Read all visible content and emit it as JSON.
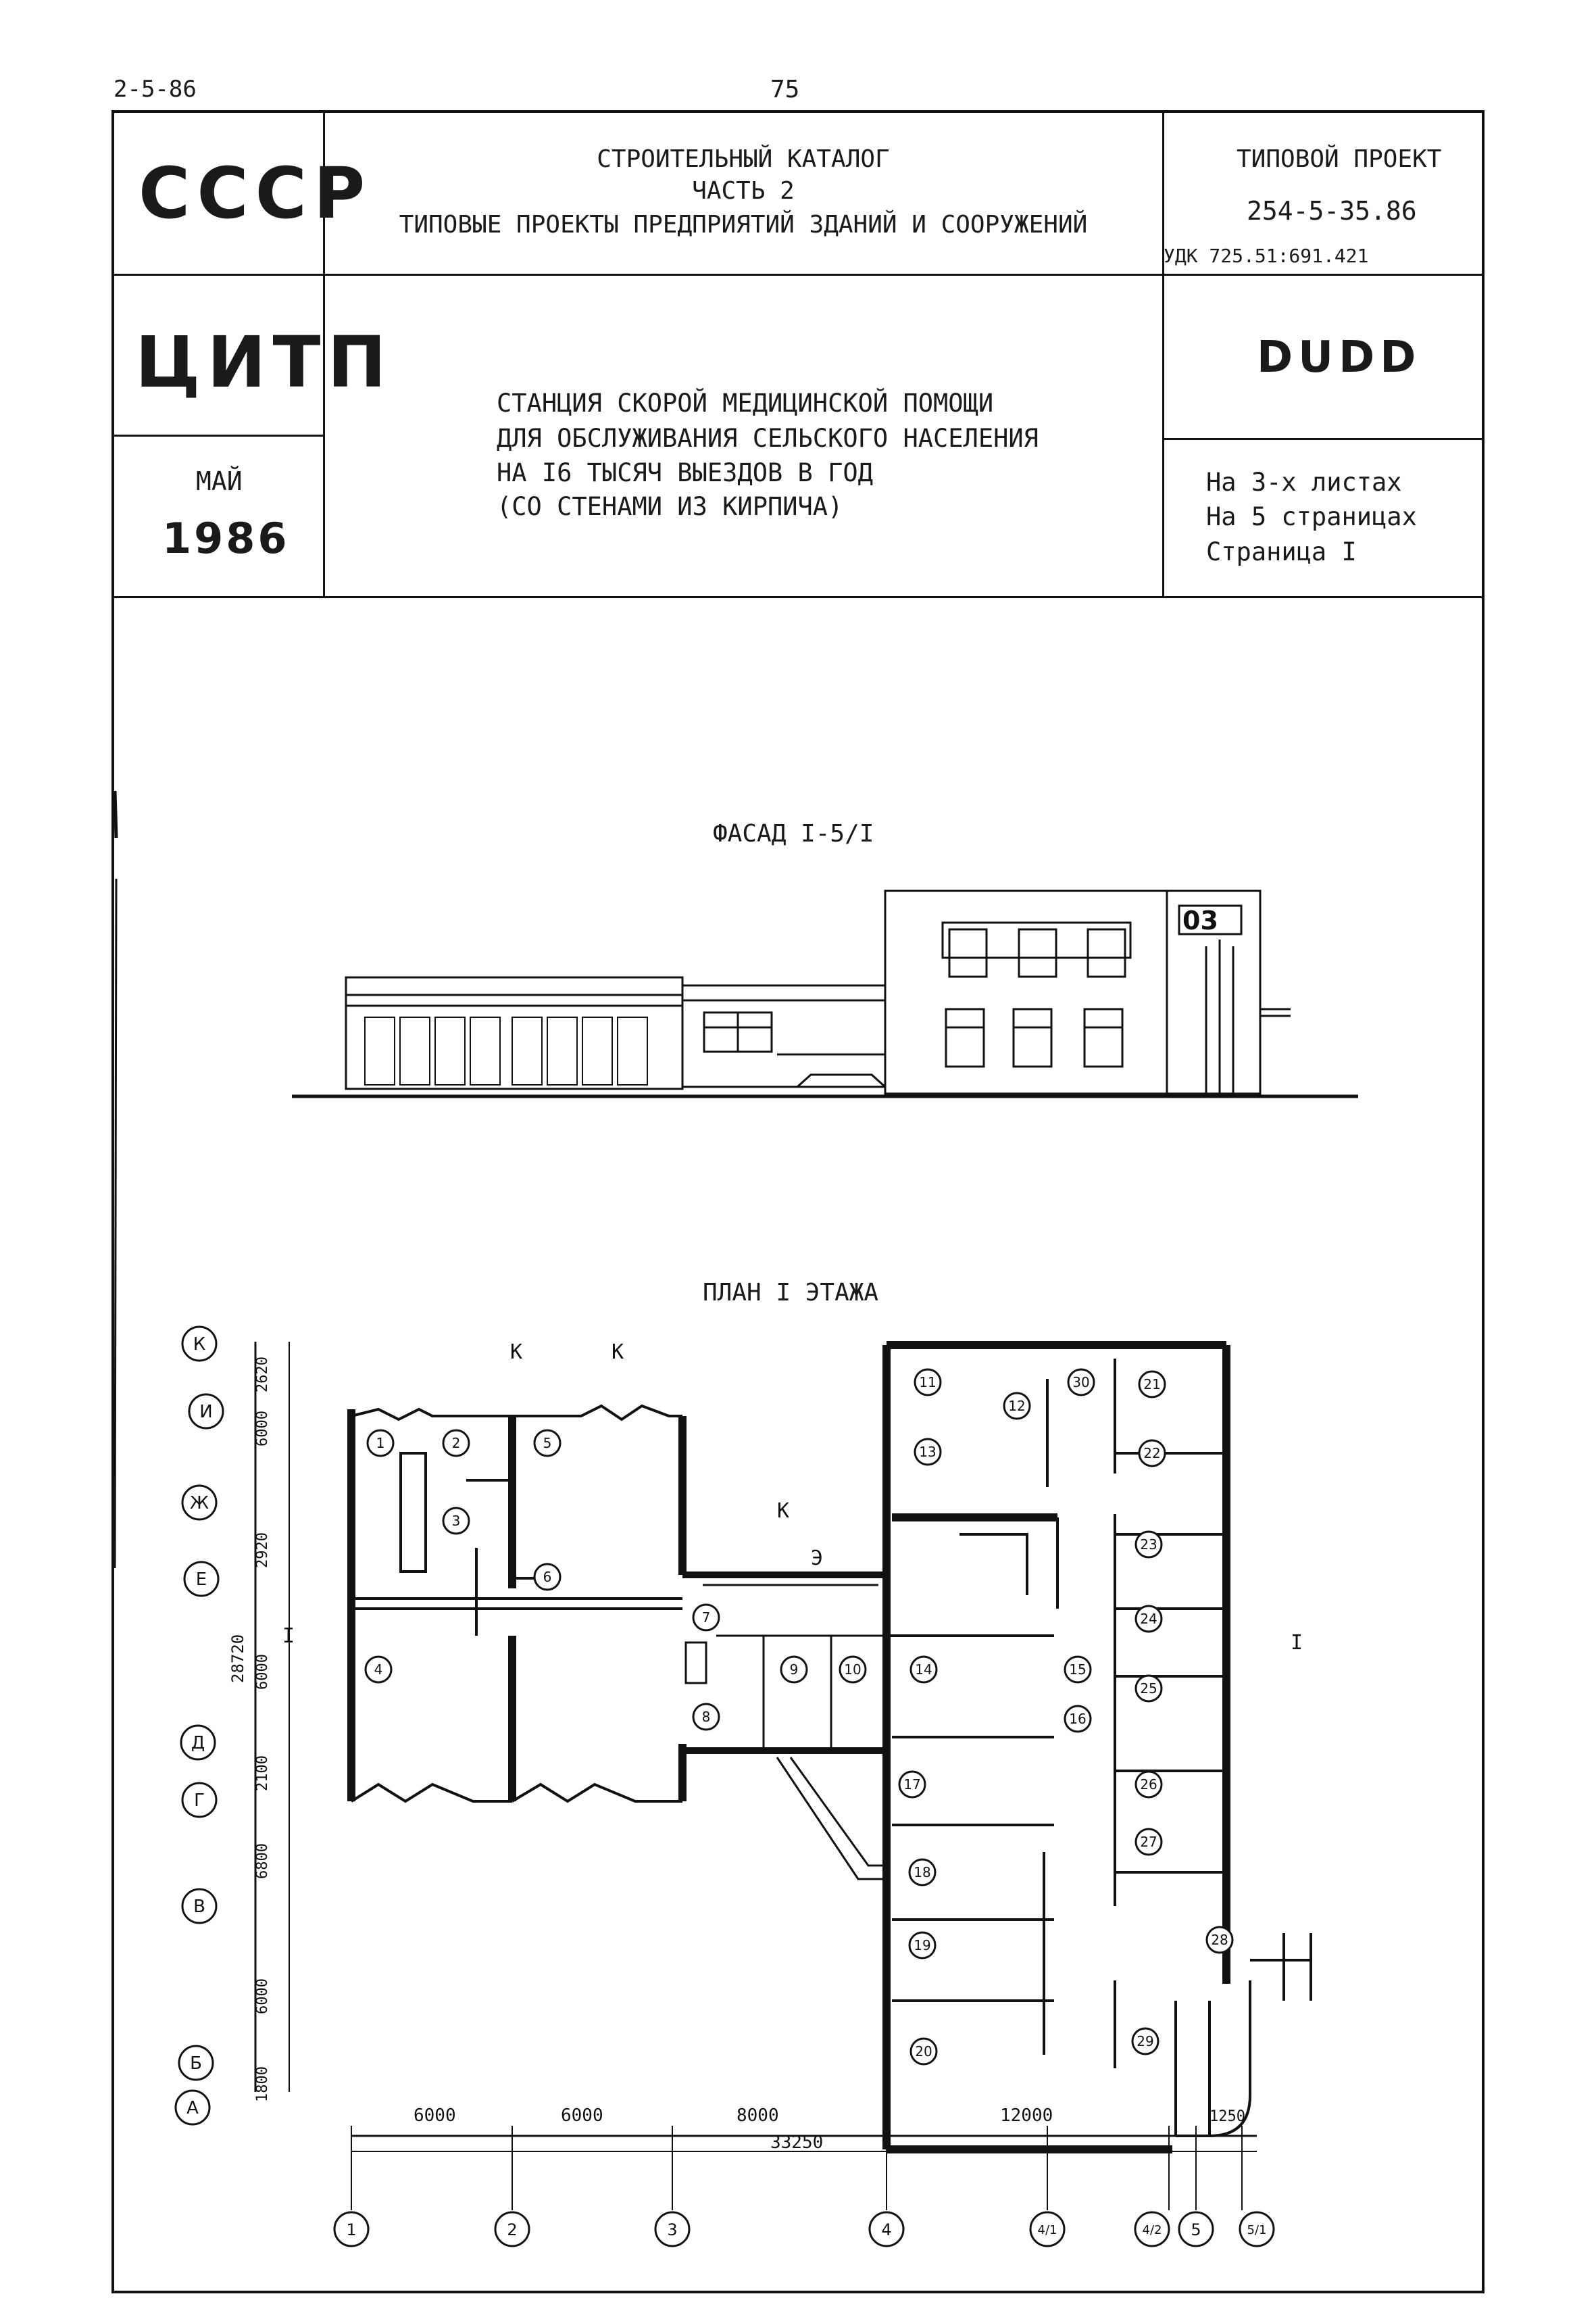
{
  "header": {
    "doc_code": "2-5-86",
    "page_number": "75"
  },
  "left_column": {
    "country": "СССР",
    "organization": "ЦИТП",
    "month": "МАЙ",
    "year": "1986"
  },
  "catalog": {
    "line1": "СТРОИТЕЛЬНЫЙ КАТАЛОГ",
    "line2": "ЧАСТЬ 2",
    "line3": "ТИПОВЫЕ ПРОЕКТЫ ПРЕДПРИЯТИЙ ЗДАНИЙ И СООРУЖЕНИЙ"
  },
  "project": {
    "label": "ТИПОВОЙ ПРОЕКТ",
    "number": "254-5-35.86",
    "udk": "УДК 725.51:691.421",
    "code": "DUDD"
  },
  "title": {
    "line1": "СТАНЦИЯ СКОРОЙ МЕДИЦИНСКОЙ ПОМОЩИ",
    "line2": "ДЛЯ ОБСЛУЖИВАНИЯ СЕЛЬСКОГО НАСЕЛЕНИЯ",
    "line3": "НА I6 ТЫСЯЧ ВЫЕЗДОВ В ГОД",
    "line4": "(СО СТЕНАМИ ИЗ КИРПИЧА)"
  },
  "sheets": {
    "line1": "На 3-х листах",
    "line2": "На 5 страницах",
    "line3": "Страница I"
  },
  "drawings": {
    "facade_title": "ФАСАД I-5/I",
    "facade_sign": "03",
    "plan_title": "ПЛАН I ЭТАЖА",
    "entrance_mark": "К",
    "exit_mark": "Э",
    "section_mark": "I",
    "row_axes": [
      "К",
      "И",
      "Ж",
      "Е",
      "Д",
      "Г",
      "В",
      "Б",
      "А"
    ],
    "row_dims": [
      "2620",
      "6000",
      "2920",
      "6000",
      "2100",
      "6800",
      "6000",
      "1800"
    ],
    "total_height": "28720",
    "col_axes": [
      "1",
      "2",
      "3",
      "4",
      "4/1",
      "4/2",
      "5",
      "5/1"
    ],
    "col_dims": [
      "6000",
      "6000",
      "8000",
      "12000",
      "1250"
    ],
    "total_width": "33250",
    "rooms": [
      "1",
      "2",
      "3",
      "4",
      "5",
      "6",
      "7",
      "8",
      "9",
      "10",
      "11",
      "12",
      "13",
      "14",
      "15",
      "16",
      "17",
      "18",
      "19",
      "20",
      "21",
      "22",
      "23",
      "24",
      "25",
      "26",
      "27",
      "28",
      "29",
      "30"
    ]
  }
}
